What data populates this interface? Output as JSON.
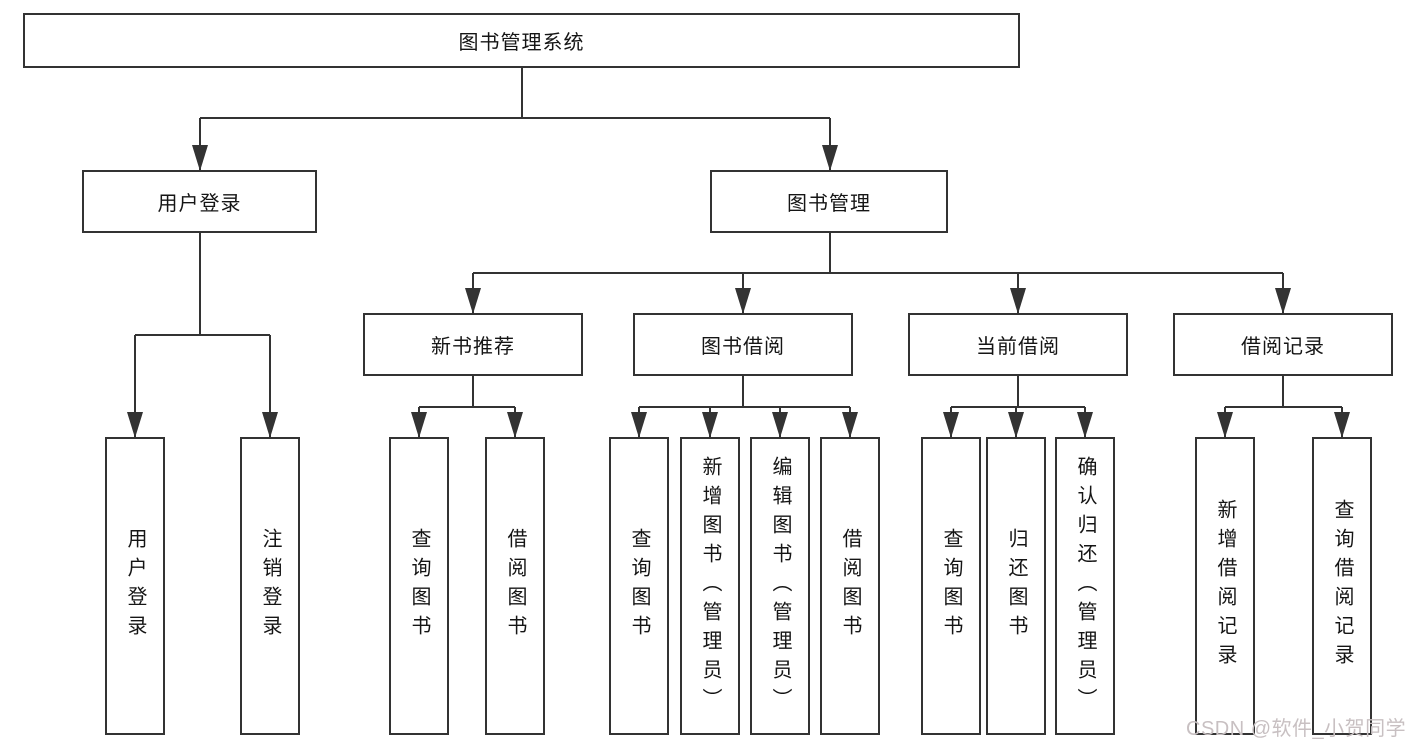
{
  "colors": {
    "line": "#333333",
    "text": "#151515",
    "box-bg": "#ffffff",
    "watermark": "#c8c0c2",
    "bg": "#ffffff"
  },
  "watermark": {
    "text": "CSDN @软件_小贺同学"
  },
  "tree": {
    "root": {
      "label": "图书管理系统"
    },
    "branches": [
      {
        "label": "用户登录",
        "children": [
          {
            "label": "用户登录"
          },
          {
            "label": "注销登录"
          }
        ]
      },
      {
        "label": "图书管理",
        "children": [
          {
            "label": "新书推荐",
            "children": [
              {
                "label": "查询图书"
              },
              {
                "label": "借阅图书"
              }
            ]
          },
          {
            "label": "图书借阅",
            "children": [
              {
                "label": "查询图书"
              },
              {
                "label": "新增图书（管理员）"
              },
              {
                "label": "编辑图书（管理员）"
              },
              {
                "label": "借阅图书"
              }
            ]
          },
          {
            "label": "当前借阅",
            "children": [
              {
                "label": "查询图书"
              },
              {
                "label": "归还图书"
              },
              {
                "label": "确认归还（管理员）"
              }
            ]
          },
          {
            "label": "借阅记录",
            "children": [
              {
                "label": "新增借阅记录"
              },
              {
                "label": "查询借阅记录"
              }
            ]
          }
        ]
      }
    ]
  }
}
